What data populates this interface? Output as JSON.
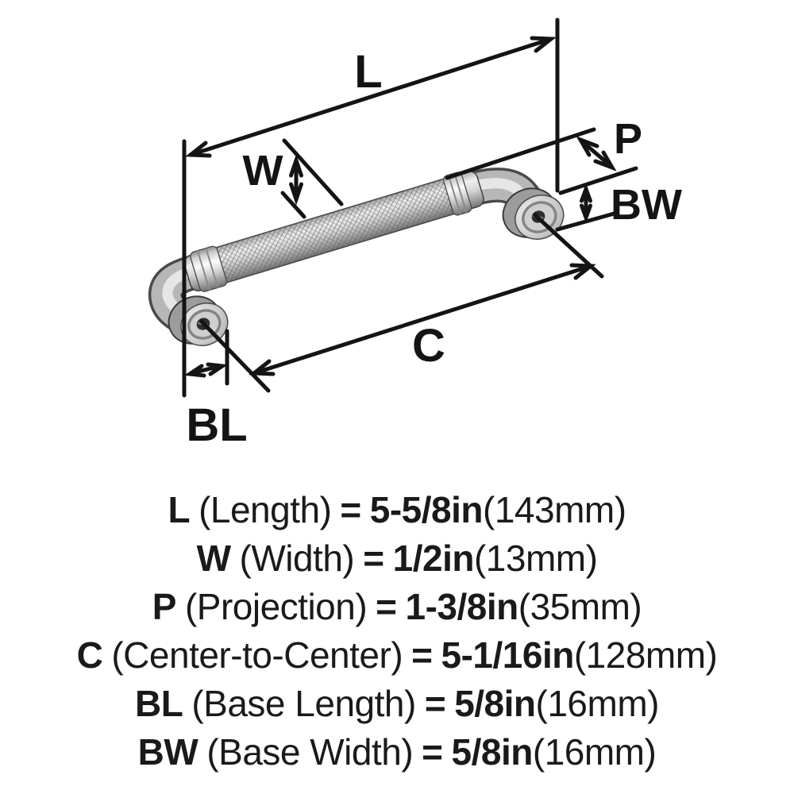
{
  "diagram": {
    "labels": {
      "length": "L",
      "width": "W",
      "projection": "P",
      "base_width": "BW",
      "center_to_center": "C",
      "base_length": "BL"
    }
  },
  "legend": {
    "rows": [
      {
        "key": "L",
        "name": "(Length)",
        "eq": "=",
        "value": "5-5/8in",
        "metric": "(143mm)"
      },
      {
        "key": "W",
        "name": "(Width)",
        "eq": "=",
        "value": "1/2in",
        "metric": "(13mm)"
      },
      {
        "key": "P",
        "name": "(Projection)",
        "eq": "=",
        "value": "1-3/8in",
        "metric": "(35mm)"
      },
      {
        "key": "C",
        "name": "(Center-to-Center)",
        "eq": "=",
        "value": "5-1/16in",
        "metric": "(128mm)"
      },
      {
        "key": "BL",
        "name": "(Base Length)",
        "eq": "=",
        "value": "5/8in",
        "metric": "(16mm)"
      },
      {
        "key": "BW",
        "name": "(Base Width)",
        "eq": "=",
        "value": "5/8in",
        "metric": "(16mm)"
      }
    ]
  },
  "colors": {
    "ink": "#141414",
    "text": "#1a1a1a",
    "background": "#ffffff"
  }
}
